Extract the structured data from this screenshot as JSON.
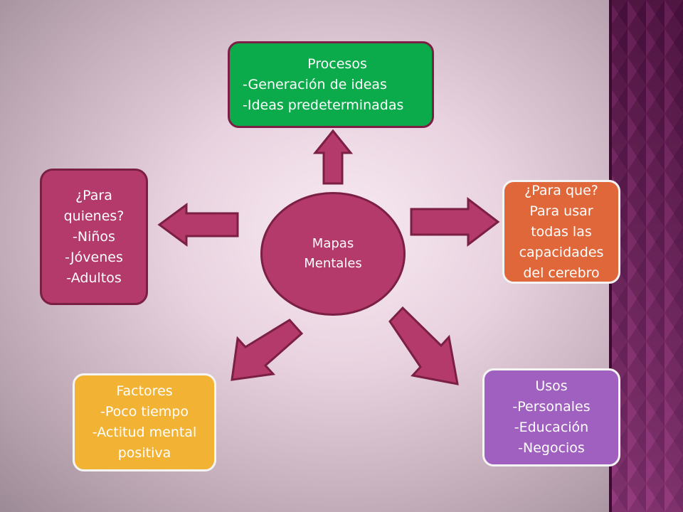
{
  "center": {
    "lines": [
      "Mapas",
      "Mentales"
    ]
  },
  "procesos": {
    "lines": [
      "Procesos",
      "-Generación de ideas",
      "-Ideas predeterminadas"
    ]
  },
  "para_quienes": {
    "lines": [
      "¿Para",
      "quienes?",
      "-Niños",
      "-Jóvenes",
      "-Adultos"
    ]
  },
  "para_que": {
    "lines": [
      "¿Para que?",
      "Para usar",
      "todas las",
      "capacidades",
      "del cerebro"
    ]
  },
  "factores": {
    "lines": [
      "Factores",
      "-Poco tiempo",
      "-Actitud mental",
      "positiva"
    ]
  },
  "usos": {
    "lines": [
      "Usos",
      "-Personales",
      "-Educación",
      "-Negocios"
    ]
  },
  "colors": {
    "procesos": "#0bab4b",
    "para_quienes": "#b33a6a",
    "para_que": "#e0673a",
    "factores": "#f2b233",
    "usos": "#a060bf",
    "center": "#b33a6a",
    "arrow_fill": "#b33a6a",
    "arrow_stroke": "#7b1f44",
    "sidebar": "#5a1a4a"
  }
}
